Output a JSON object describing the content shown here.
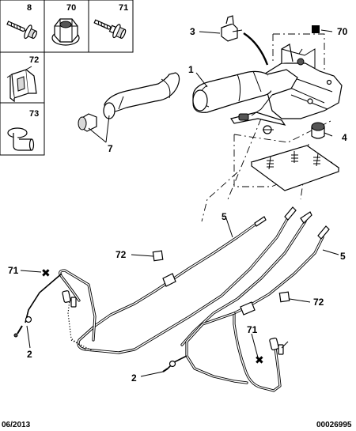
{
  "header_parts": [
    {
      "ref": "8",
      "icon": "screw-flange-icon"
    },
    {
      "ref": "70",
      "icon": "nut-flange-icon"
    },
    {
      "ref": "71",
      "icon": "screw-stud-icon"
    }
  ],
  "side_parts": [
    {
      "ref": "72",
      "icon": "clip-icon"
    },
    {
      "ref": "73",
      "icon": "rivet-icon"
    }
  ],
  "callouts": {
    "c1": "1",
    "c2a": "2",
    "c2b": "2",
    "c3": "3",
    "c4": "4",
    "c5a": "5",
    "c5b": "5",
    "c7": "7",
    "c70": "70",
    "c71a": "71",
    "c71b": "71",
    "c72a": "72",
    "c72b": "72"
  },
  "footer": {
    "date": "06/2013",
    "code": "00026995"
  }
}
